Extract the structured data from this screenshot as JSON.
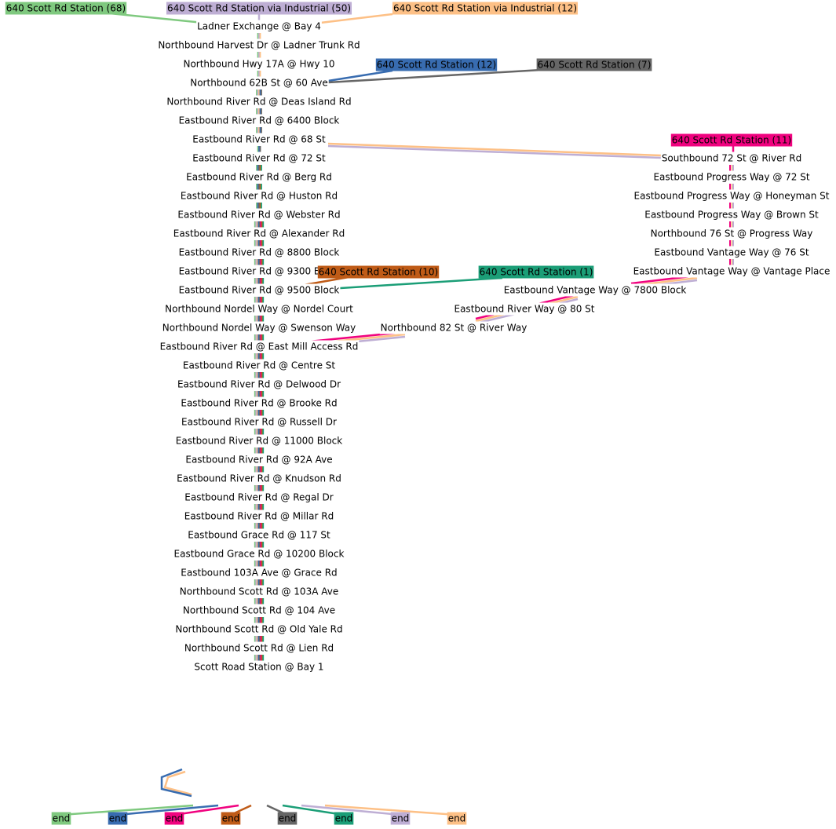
{
  "colors": {
    "g": "#7fc97f",
    "p": "#beaed4",
    "o": "#fdc086",
    "b": "#386cb0",
    "k": "#666666",
    "m": "#f0027f",
    "r": "#bf5b17",
    "t": "#1b9e77"
  },
  "routes": [
    {
      "id": "g",
      "label": "640 Scott Rd Station (68)"
    },
    {
      "id": "p",
      "label": "640 Scott Rd Station via Industrial (50)"
    },
    {
      "id": "o",
      "label": "640 Scott Rd Station via Industrial (12)"
    },
    {
      "id": "b",
      "label": "640 Scott Rd Station (12)"
    },
    {
      "id": "k",
      "label": "640 Scott Rd Station (7)"
    },
    {
      "id": "m",
      "label": "640 Scott Rd Station (11)"
    },
    {
      "id": "r",
      "label": "640 Scott Rd Station (10)"
    },
    {
      "id": "t",
      "label": "640 Scott Rd Station (1)"
    }
  ],
  "stops_main": [
    "Ladner Exchange @ Bay 4",
    "Northbound Harvest Dr @ Ladner Trunk Rd",
    "Northbound Hwy 17A @ Hwy 10",
    "Northbound 62B St @ 60 Ave",
    "Northbound River Rd @ Deas Island Rd",
    "Eastbound River Rd @ 6400 Block",
    "Eastbound River Rd @ 68 St",
    "Eastbound River Rd @ 72 St",
    "Eastbound River Rd @ Berg Rd",
    "Eastbound River Rd @ Huston Rd",
    "Eastbound River Rd @ Webster Rd",
    "Eastbound River Rd @ Alexander Rd",
    "Eastbound River Rd @ 8800 Block",
    "Eastbound River Rd @ 9300 Block",
    "Eastbound River Rd @ 9500 Block",
    "Northbound Nordel Way @ Nordel Court",
    "Northbound Nordel Way @ Swenson Way",
    "Eastbound River Rd @ East Mill Access Rd",
    "Eastbound River Rd @ Centre St",
    "Eastbound River Rd @ Delwood Dr",
    "Eastbound River Rd @ Brooke Rd",
    "Eastbound River Rd @ Russell Dr",
    "Eastbound River Rd @ 11000 Block",
    "Eastbound River Rd @ 92A Ave",
    "Eastbound River Rd @ Knudson Rd",
    "Eastbound River Rd @ Regal Dr",
    "Eastbound River Rd @ Millar Rd",
    "Eastbound Grace Rd @ 117 St",
    "Eastbound Grace Rd @ 10200 Block",
    "Eastbound 103A Ave @ Grace Rd",
    "Northbound Scott Rd @ 103A Ave",
    "Northbound Scott Rd @ 104 Ave",
    "Northbound Scott Rd @ Old Yale Rd",
    "Northbound Scott Rd @ Lien Rd",
    "Scott Road Station @ Bay 1"
  ],
  "stops_branch": [
    "Southbound 72 St @ River Rd",
    "Eastbound Progress Way @ 72 St",
    "Eastbound Progress Way @ Honeyman St",
    "Eastbound Progress Way @ Brown St",
    "Northbound 76 St @ Progress Way",
    "Eastbound Vantage Way @ 76 St",
    "Eastbound Vantage Way @ Vantage Place",
    "Eastbound Vantage Way @ 7800 Block",
    "Eastbound River Way @ 80 St",
    "Northbound 82 St @ River Way"
  ],
  "end_label": "end"
}
